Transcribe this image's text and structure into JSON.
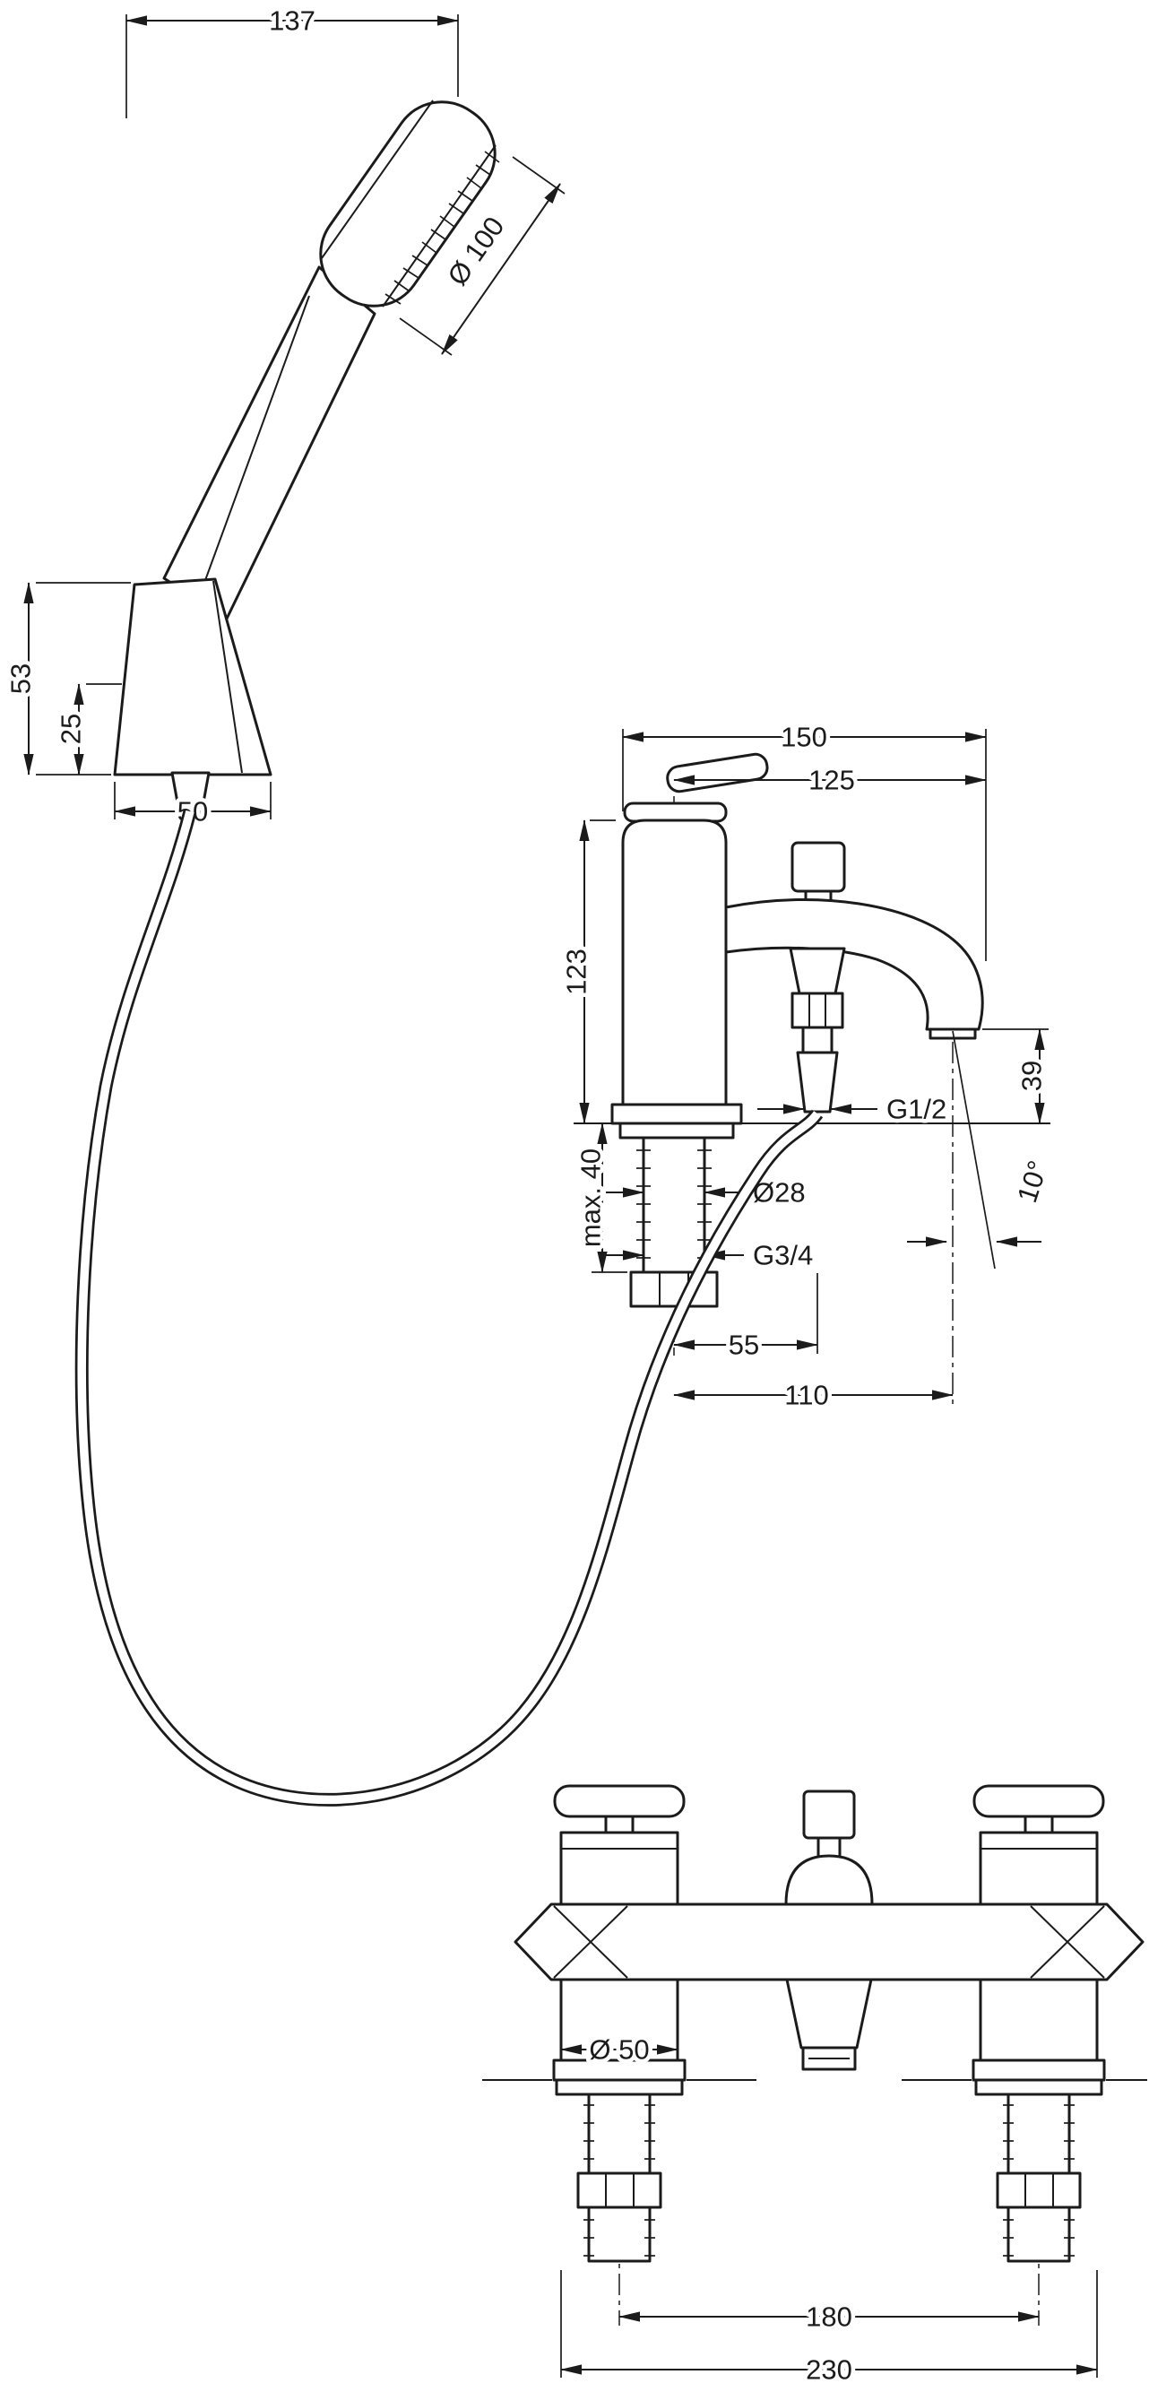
{
  "drawing": {
    "background": "#ffffff",
    "line_color": "#1b1b1b",
    "hand_shower": {
      "overall_width": "137",
      "head_diameter": "Ø 100",
      "holder_height": "53",
      "holder_depth": "25",
      "holder_width": "50"
    },
    "side_view": {
      "spout_reach_total": "150",
      "spout_reach": "125",
      "body_height": "123",
      "outlet_height": "39",
      "hose_thread": "G1/2",
      "shank_diameter": "Ø28",
      "spout_angle": "10°",
      "max_deck_thickness": "max. 40",
      "shank_thread": "G3/4",
      "hose_offset": "55",
      "outlet_offset": "110"
    },
    "front_view": {
      "body_diameter": "Ø 50",
      "tap_centres": "180",
      "overall_width": "230"
    }
  }
}
